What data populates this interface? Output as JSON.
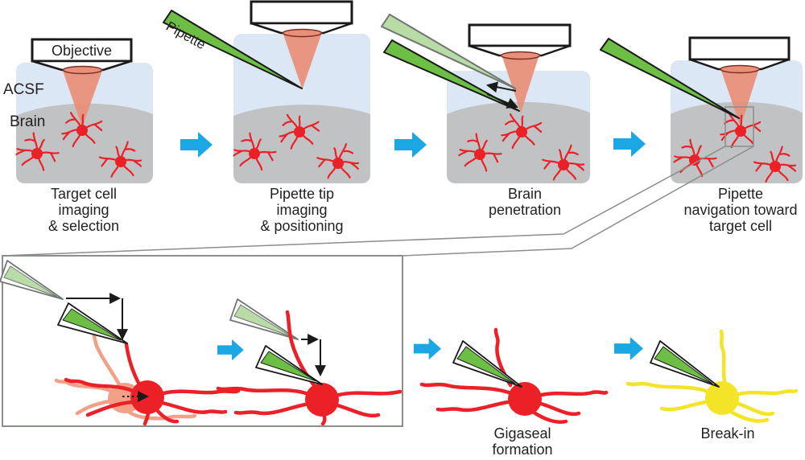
{
  "figure": {
    "type": "procedure-diagram",
    "subject": "automated patch-clamp pipette workflow"
  },
  "panels": {
    "p1": {
      "objective_label": "Objective",
      "acsf_label": "ACSF",
      "brain_label": "Brain",
      "caption_lines": [
        "Target cell",
        "imaging",
        "& selection"
      ]
    },
    "p2": {
      "pipette_label": "Pipette",
      "caption_lines": [
        "Pipette tip",
        "imaging",
        "& positioning"
      ]
    },
    "p3": {
      "caption_lines": [
        "Brain",
        "penetration"
      ]
    },
    "p4": {
      "caption_lines": [
        "Pipette",
        "navigation toward",
        "target cell"
      ]
    },
    "gigaseal": {
      "caption_lines": [
        "Gigaseal",
        "formation"
      ]
    },
    "breakin": {
      "caption_lines": [
        "Break-in"
      ]
    }
  },
  "colors": {
    "arrow-blue": "#1ba7e3",
    "pipette-green": "#6cbe45",
    "pipette-green-light": "#b9dca6",
    "glass-gray": "#6f7570",
    "neuron-red": "#ec2027",
    "neuron-pale": "#f2a088",
    "cell-yellow": "#f3e427",
    "cone-salmon": "#e8907a",
    "lens-dark": "#7a2e20",
    "acsf-blue": "#dce7f5",
    "brain-gray": "#c1c2c4",
    "outline-black": "#1a1a1a",
    "callout-gray": "#8a8f8a",
    "text-black": "#231f20"
  }
}
